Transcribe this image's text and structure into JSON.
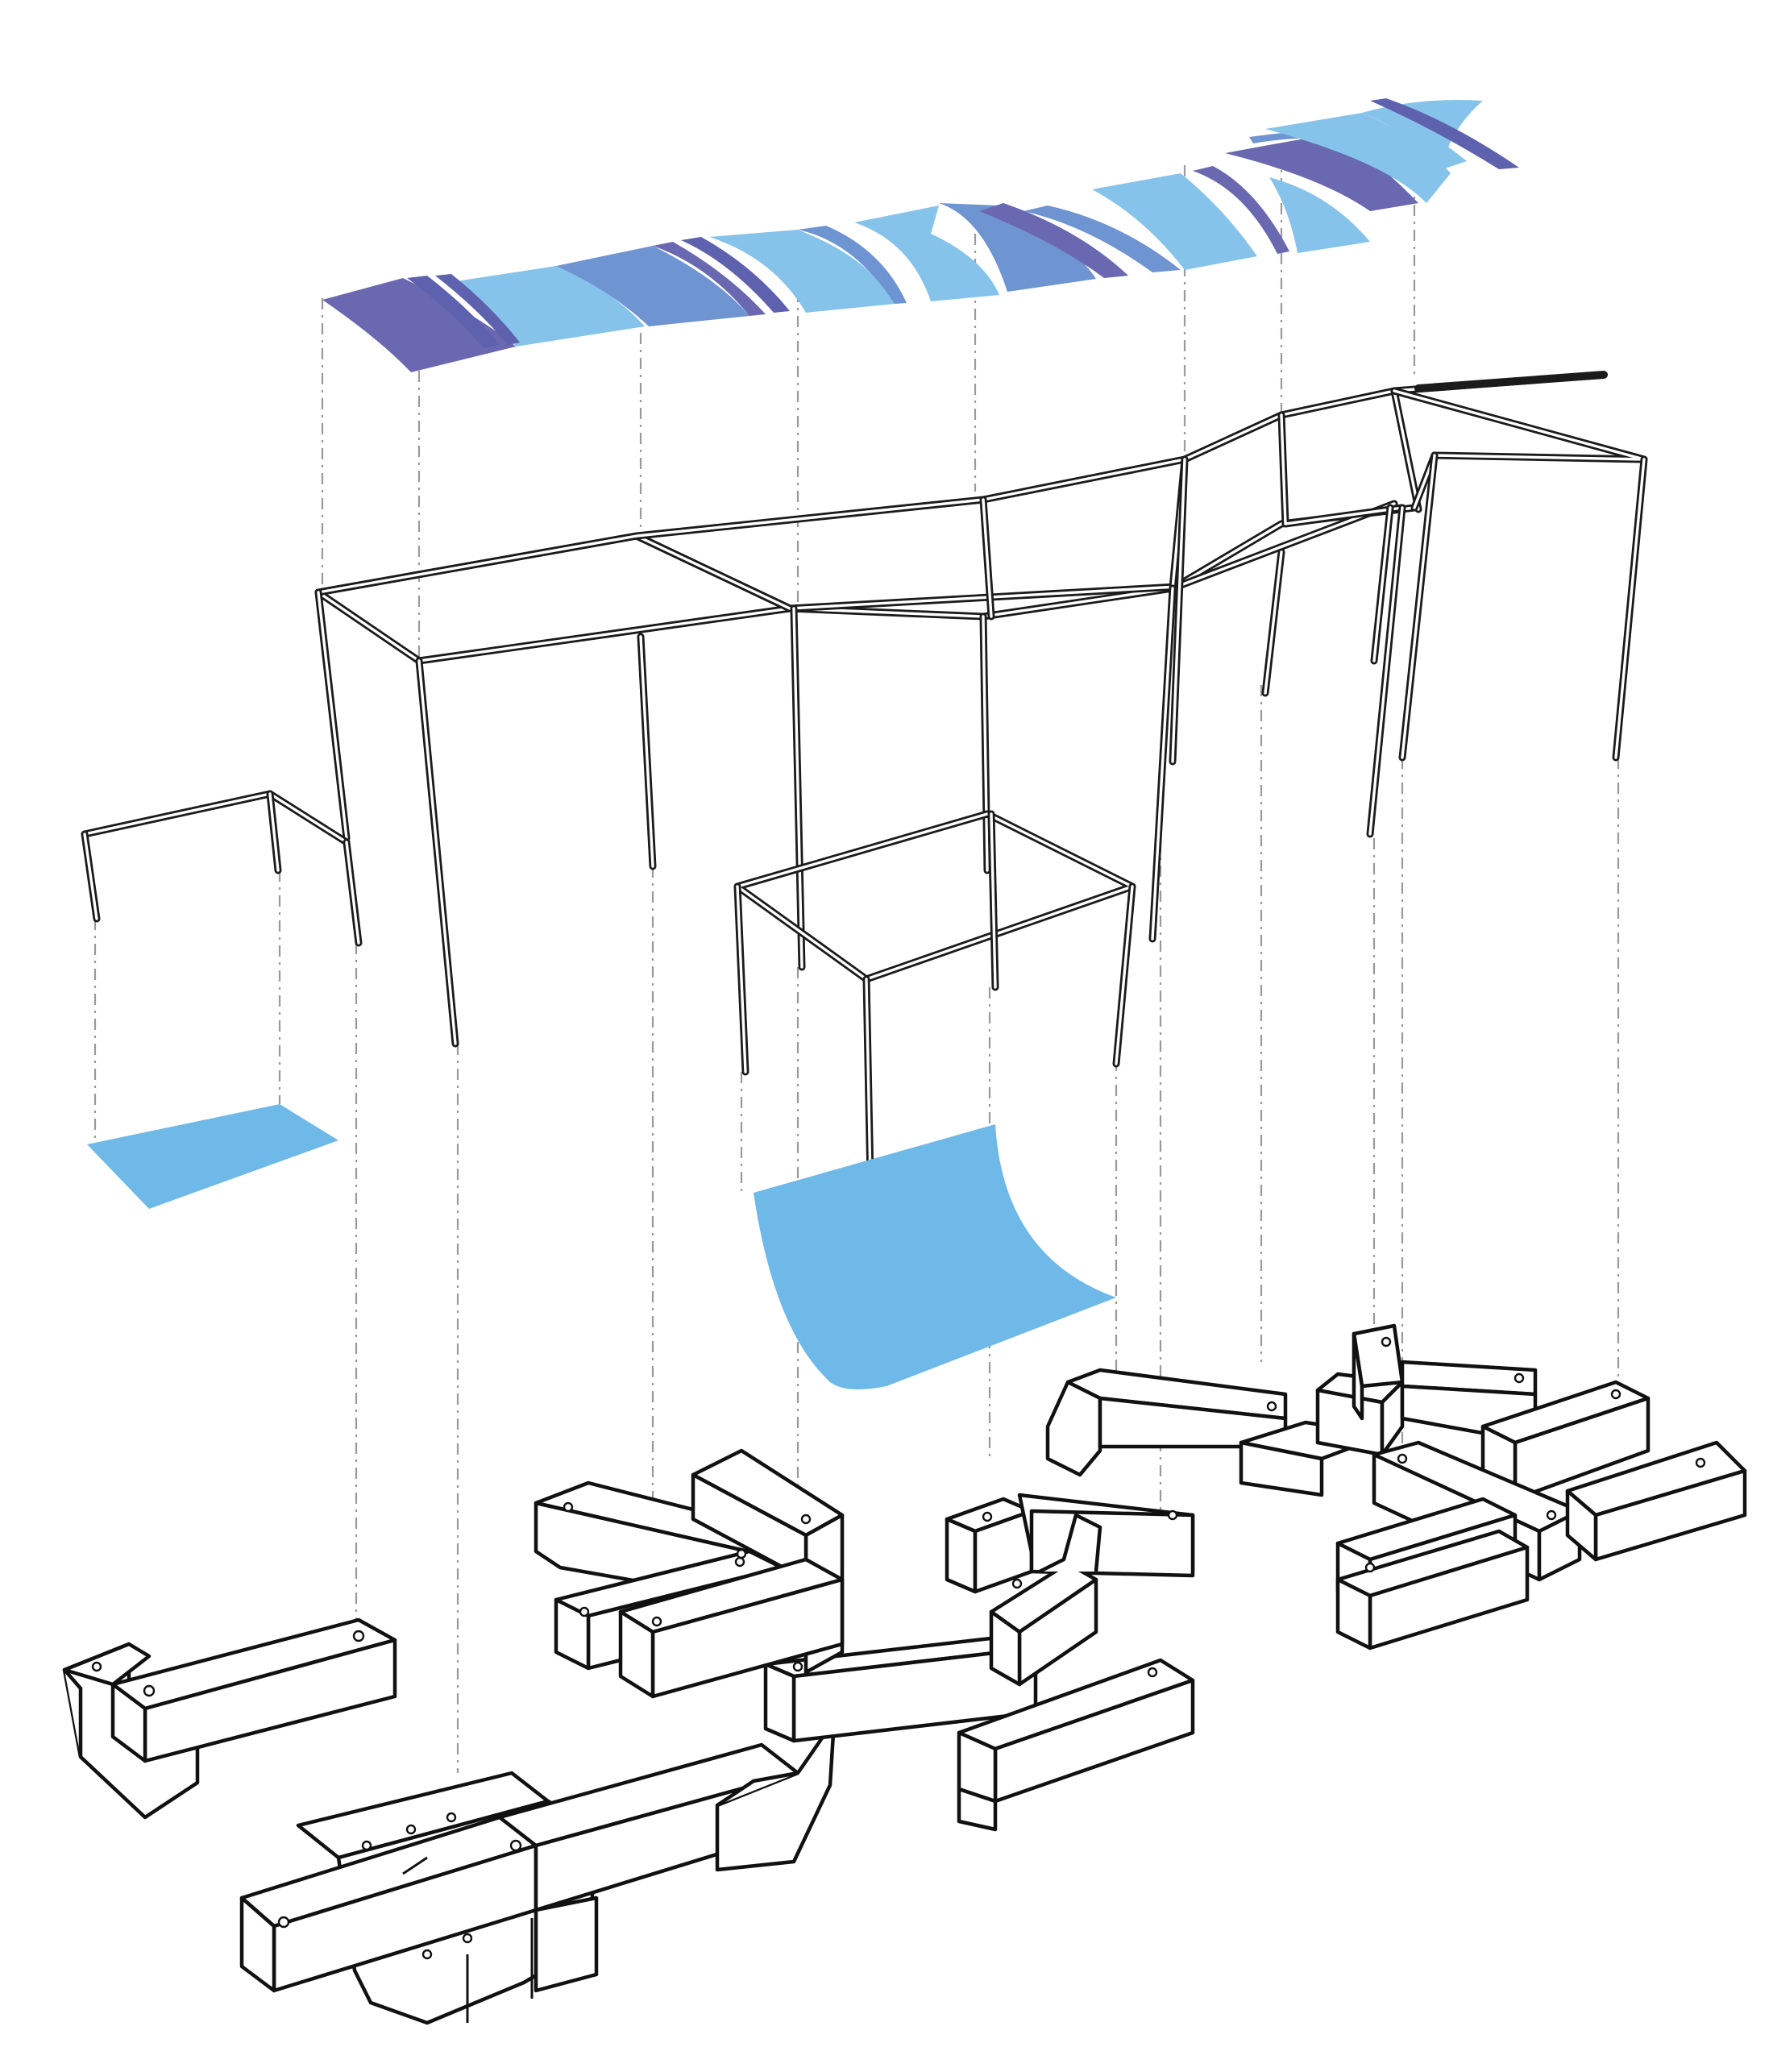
{
  "diagram": {
    "kind": "exploded-axonometric",
    "layers": [
      "canopy",
      "frame",
      "floor-panels",
      "blocks"
    ]
  },
  "colors": {
    "background": "#ffffff",
    "line": "#111111",
    "guide": "#9a9a9a",
    "fabric_light": "#86c3ea",
    "fabric_mid": "#6f94d2",
    "fabric_dark": "#6a68b0",
    "panel": "#6fb9e8"
  }
}
